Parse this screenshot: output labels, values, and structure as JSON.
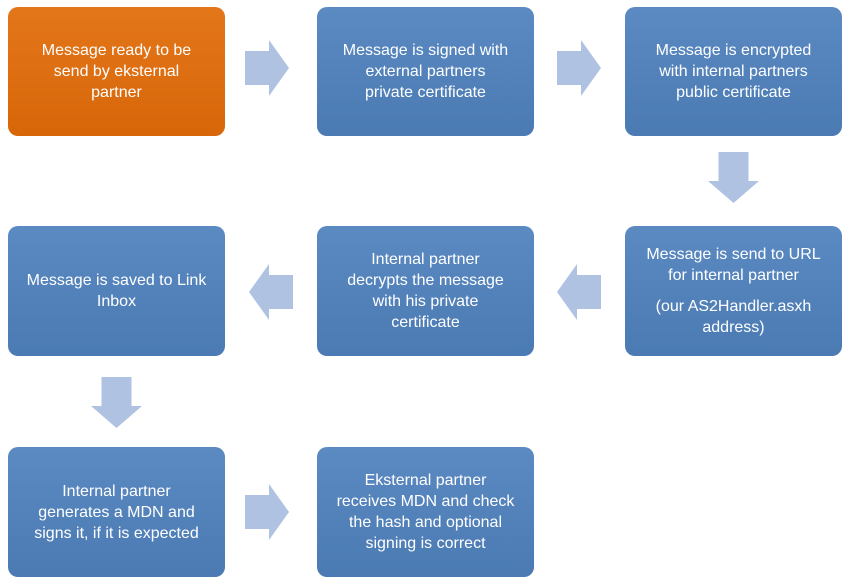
{
  "diagram": {
    "type": "flowchart",
    "background": "#FFFFFF",
    "colors": {
      "start_box": "#E26C09",
      "process_box": "#4F81BD",
      "arrow": "#AFC2E1",
      "box_text": "#FFFFFF"
    },
    "steps": [
      {
        "id": 1,
        "type": "start",
        "text": "Message ready to be\nsend by eksternal\npartner"
      },
      {
        "id": 2,
        "type": "process",
        "text": "Message is signed with\nexternal partners\nprivate certificate"
      },
      {
        "id": 3,
        "type": "process",
        "text": "Message is encrypted\nwith internal partners\npublic certificate"
      },
      {
        "id": 4,
        "type": "process",
        "text": "Message is send to URL\nfor internal partner",
        "text2": "(our AS2Handler.asxh\naddress)"
      },
      {
        "id": 5,
        "type": "process",
        "text": "Internal partner\ndecrypts the message\nwith his private\ncertificate"
      },
      {
        "id": 6,
        "type": "process",
        "text": "Message is saved to Link\nInbox"
      },
      {
        "id": 7,
        "type": "process",
        "text": "Internal partner\ngenerates a MDN and\nsigns it, if it is expected"
      },
      {
        "id": 8,
        "type": "process",
        "text": "Eksternal partner\nreceives MDN and check\nthe hash and optional\nsigning is correct"
      }
    ],
    "arrows": [
      {
        "from": 1,
        "to": 2,
        "direction": "right"
      },
      {
        "from": 2,
        "to": 3,
        "direction": "right"
      },
      {
        "from": 3,
        "to": 4,
        "direction": "down"
      },
      {
        "from": 4,
        "to": 5,
        "direction": "left"
      },
      {
        "from": 5,
        "to": 6,
        "direction": "left"
      },
      {
        "from": 6,
        "to": 7,
        "direction": "down"
      },
      {
        "from": 7,
        "to": 8,
        "direction": "right"
      }
    ]
  }
}
